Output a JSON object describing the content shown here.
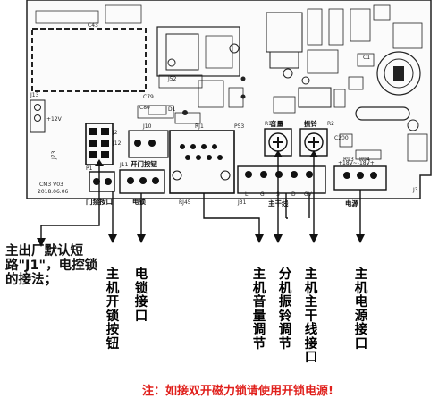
{
  "board": {
    "silkscreen": [
      "C43",
      "J52",
      "C79",
      "C80",
      "D1",
      "J13",
      "+12V",
      "J2",
      "J12",
      "J10",
      "RJ1",
      "P53",
      "R1",
      "R2",
      "C200",
      "R93",
      "R94",
      "C1",
      "J73",
      "CM3 V03",
      "2018.06.06",
      "J11",
      "P1",
      "J31",
      "J3",
      "RJ45"
    ],
    "port_labels": {
      "lock_button": "门禁按口",
      "open_button": "开门按钮",
      "electric_lock": "电锁",
      "volume": "音量",
      "ring": "振铃",
      "trunk": "主干线",
      "power": "电源",
      "trunk_pins": [
        "L",
        "G",
        "S",
        "D",
        "GV"
      ],
      "power_pins": "+18V~-18V+"
    }
  },
  "callouts": {
    "jumper_note": "主出厂默认短路\"J1\"，电控锁的接法；",
    "main_open_button": "主机开锁按钮",
    "lock_port": "电锁接口",
    "main_volume": "主机音量调节",
    "ring_adjust": "分机振铃调节",
    "trunk_port": "主机主干线接口",
    "power_port": "主机电源接口"
  },
  "footer_note": "注：如接双开磁力锁请使用开锁电源!"
}
